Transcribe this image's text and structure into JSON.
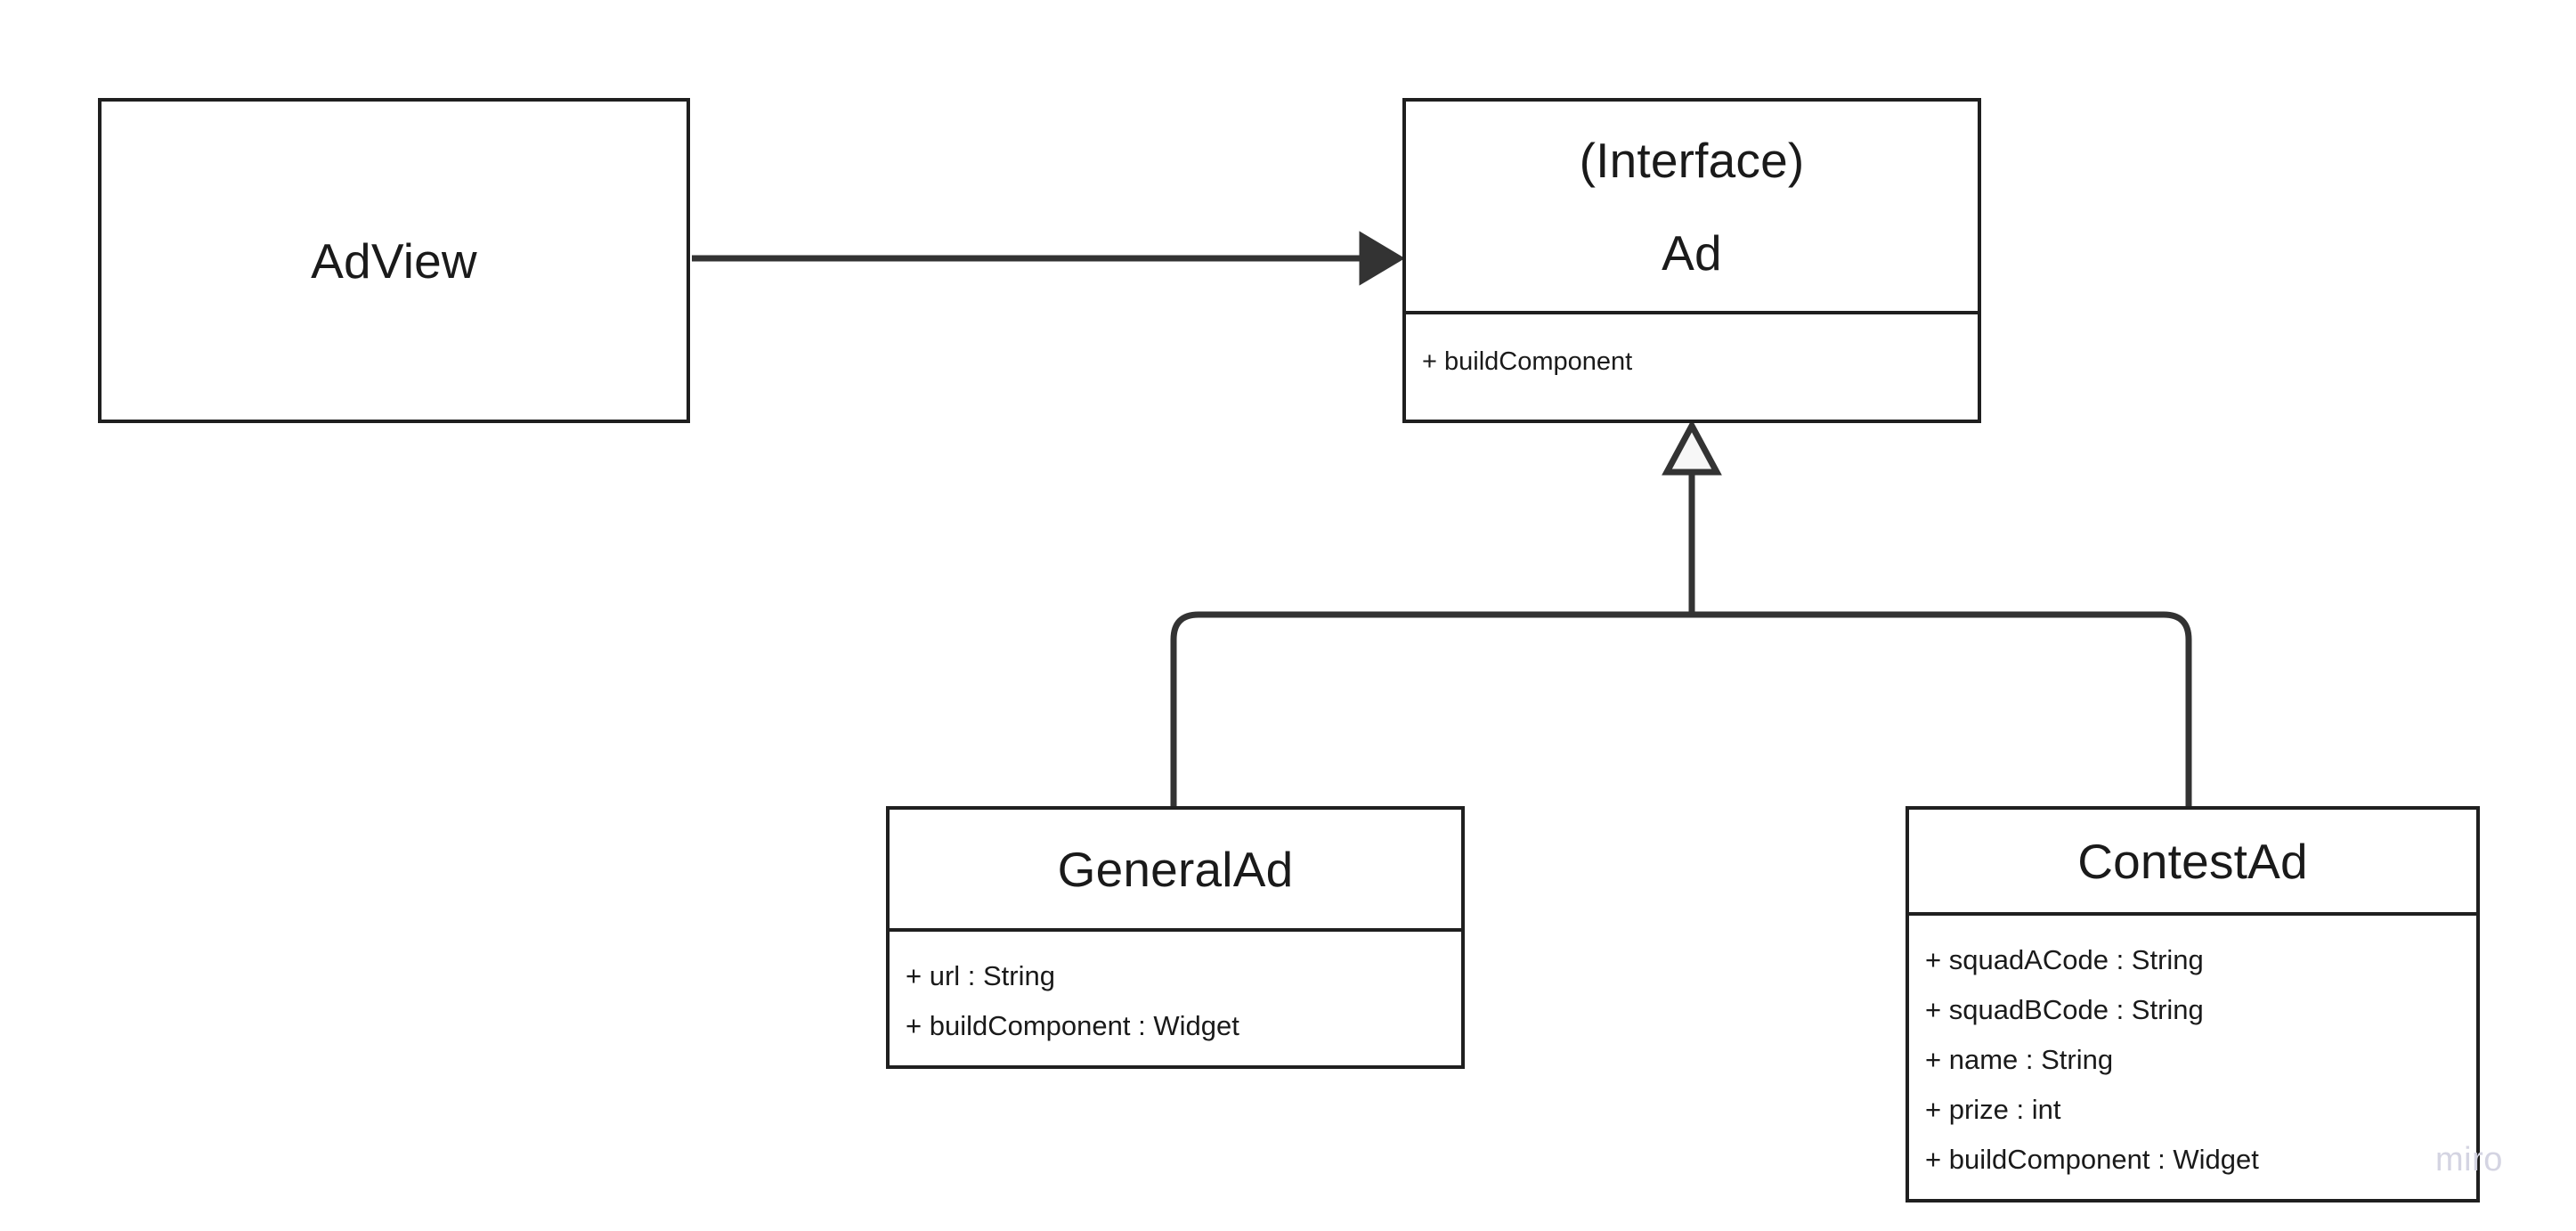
{
  "diagram": {
    "type": "uml-class-diagram",
    "background_color": "#ffffff",
    "stroke_color": "#1f1f1f",
    "text_color": "#1a1a1a",
    "watermark": "miro",
    "watermark_color": "#d4d4e2"
  },
  "classes": {
    "adview": {
      "stereotype": "",
      "name": "AdView",
      "members": []
    },
    "ad": {
      "stereotype": "(Interface)",
      "name": "Ad",
      "members": [
        "+ buildComponent"
      ]
    },
    "generalad": {
      "stereotype": "",
      "name": "GeneralAd",
      "members": [
        "+ url : String",
        "+ buildComponent : Widget"
      ]
    },
    "contestad": {
      "stereotype": "",
      "name": "ContestAd",
      "members": [
        "+ squadACode : String",
        "+ squadBCode : String",
        "+ name : String",
        "+ prize : int",
        "+ buildComponent : Widget"
      ]
    }
  },
  "relationships": [
    {
      "id": "adview-to-ad",
      "from": "AdView",
      "to": "Ad",
      "kind": "association",
      "arrowhead": "filled-triangle",
      "label": ""
    },
    {
      "id": "generalad-to-ad",
      "from": "GeneralAd",
      "to": "Ad",
      "kind": "generalization",
      "arrowhead": "hollow-triangle",
      "label": ""
    },
    {
      "id": "contestad-to-ad",
      "from": "ContestAd",
      "to": "Ad",
      "kind": "generalization",
      "arrowhead": "hollow-triangle",
      "label": ""
    }
  ]
}
